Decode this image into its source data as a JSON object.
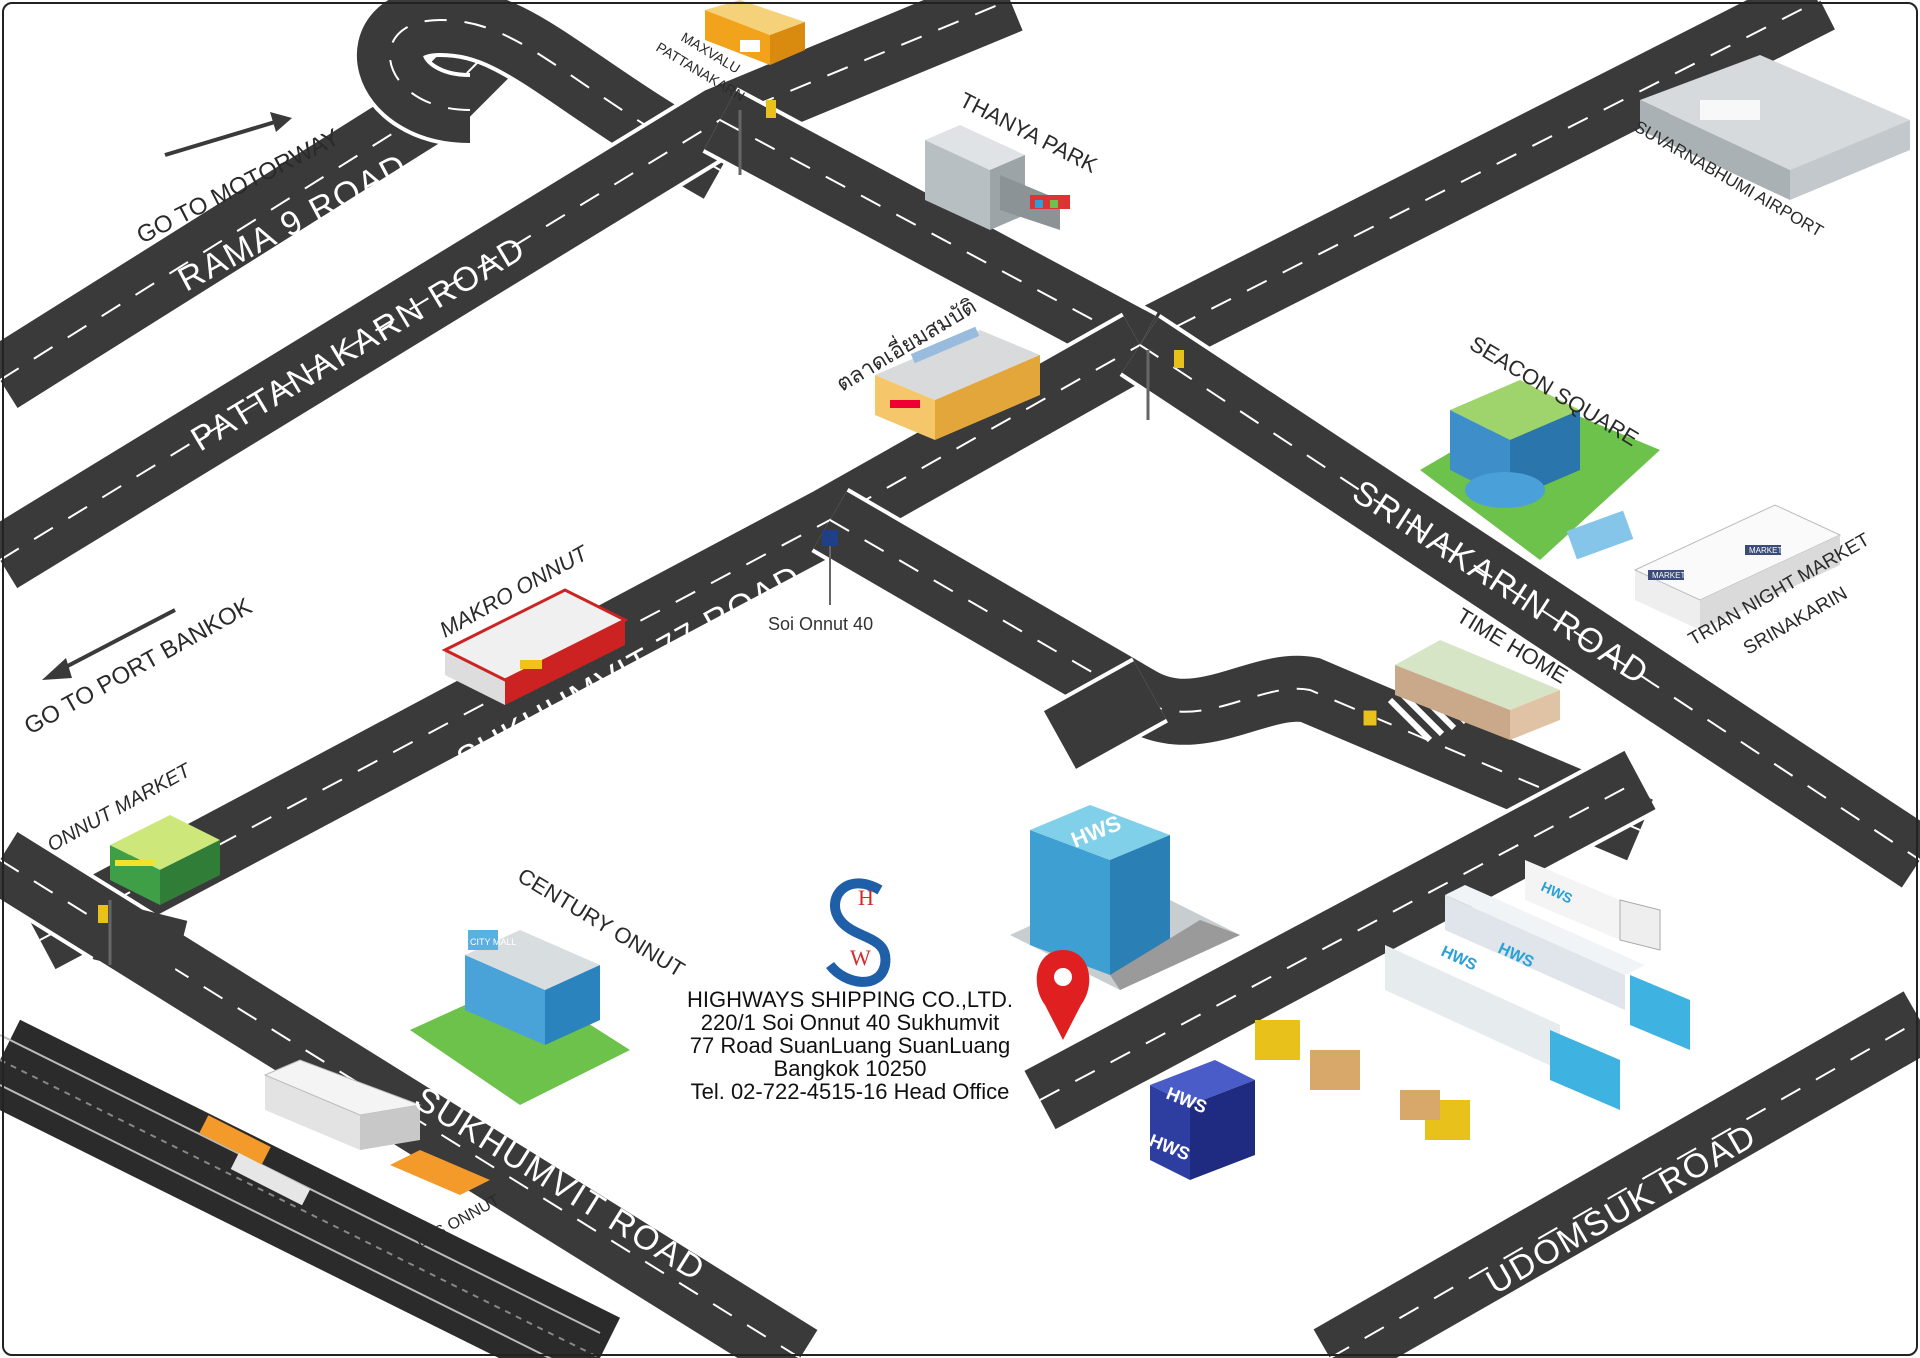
{
  "roads": {
    "rama9": "RAMA 9 ROAD",
    "pattanakarn": "PATTANAKARN ROAD",
    "sukhumvit77": "SUKHUMVIT 77 ROAD",
    "sukhumvit": "SUKHUMVIT ROAD",
    "srinakarin": "SRINAKARIN ROAD",
    "udomsuk": "UDOMSUK ROAD",
    "soi": "Soi Onnut 40"
  },
  "directions": {
    "motorway": "GO TO MOTORWAY",
    "port": "GO TO PORT BANKOK"
  },
  "places": {
    "maxvalu_1": "MAXVALU",
    "maxvalu_2": "PATTANAKARN",
    "thanya": "THANYA PARK",
    "airport": "SUVARNABHUMI AIRPORT",
    "talad": "ตลาดเอี่ยมสมบัติ",
    "seacon": "SEACON SQUARE",
    "makro": "MAKRO ONNUT",
    "trian_1": "TRIAN NIGHT MARKET",
    "trian_2": "SRINAKARIN",
    "timehome": "TIME HOME",
    "onnut_market": "ONNUT MARKET",
    "century": "CENTURY ONNUT",
    "bts": "BTS ONNUT"
  },
  "signs": {
    "market": "MARKET",
    "hws": "HWS",
    "city_mall": "CITY MALL"
  },
  "logo": {
    "h": "H",
    "w": "W"
  },
  "company": {
    "name": "HIGHWAYS SHIPPING CO.,LTD.",
    "address_1": "220/1 Soi Onnut 40 Sukhumvit",
    "address_2": "77 Road SuanLuang SuanLuang",
    "address_3": "Bangkok 10250",
    "tel": "Tel. 02-722-4515-16 Head Office"
  },
  "colors": {
    "road": "#3a3a3a",
    "road_edge": "#ffffff",
    "logo_blue": "#1f5fa8",
    "logo_red": "#d62828",
    "pin_red": "#e02020",
    "hws_blue": "#2aa0d8",
    "container_blue": "#2e3da0",
    "forklift_yellow": "#e8c21a",
    "grass": "#6cc24a"
  }
}
